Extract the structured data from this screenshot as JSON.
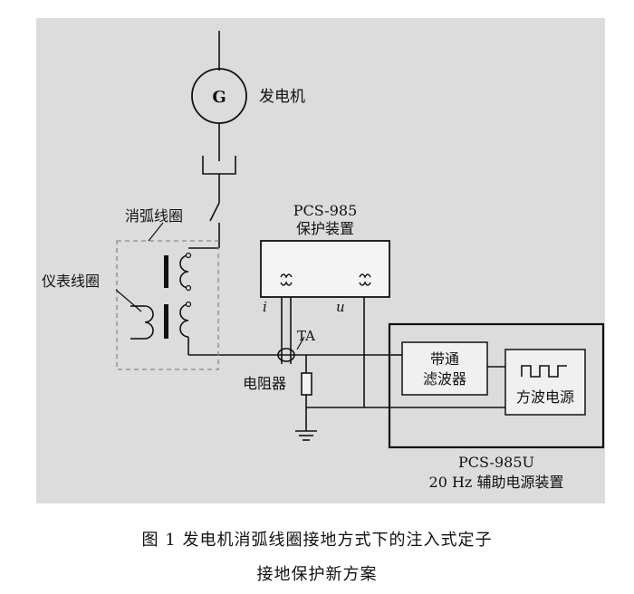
{
  "labels": {
    "generator_symbol": "G",
    "generator": "发电机",
    "arc_coil": "消弧线圈",
    "meter_coil": "仪表线圈",
    "relay_name": "PCS-985",
    "relay_desc": "保护装置",
    "current_mark": "i",
    "voltage_mark": "u",
    "ct": "TA",
    "resistor": "电阻器",
    "filter_line1": "带通",
    "filter_line2": "滤波器",
    "square_source": "方波电源",
    "aux_name": "PCS-985U",
    "aux_desc": "20 Hz 辅助电源装置"
  },
  "caption": {
    "line1": "图 1  发电机消弧线圈接地方式下的注入式定子",
    "line2": "接地保护新方案"
  },
  "colors": {
    "background": "#dcdcdc",
    "line": "#111111",
    "dashed": "#888888"
  }
}
